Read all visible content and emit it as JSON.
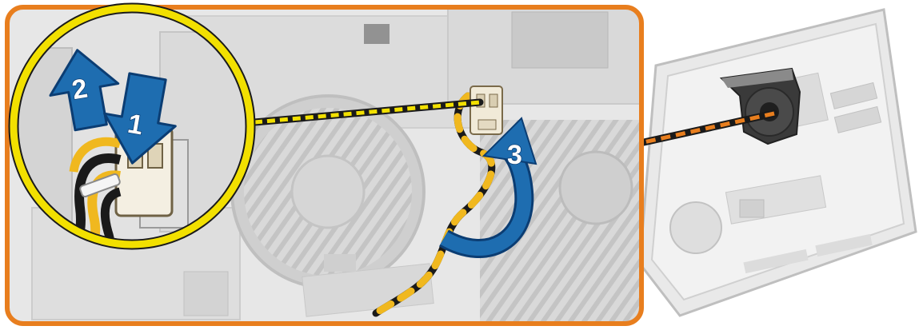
{
  "figure": {
    "kind": "service-manual-illustration",
    "steps": [
      {
        "number": "1",
        "meaning": "press-release-tab"
      },
      {
        "number": "2",
        "meaning": "pull-connector-out"
      },
      {
        "number": "3",
        "meaning": "lift-cable-away"
      }
    ],
    "colors": {
      "frame_border": "#e87e1e",
      "magnifier_ring": "#f2e000",
      "step_arrow": "#1e6db0",
      "cable_yellow": "#f0b81f",
      "cable_black": "#1a1a1a",
      "callout_line_yellow": "#f2e000",
      "callout_line_orange": "#e87e1e",
      "background": "#ffffff"
    },
    "icons": [
      "fan-icon",
      "power-connector-icon",
      "cable-tie-icon"
    ]
  }
}
